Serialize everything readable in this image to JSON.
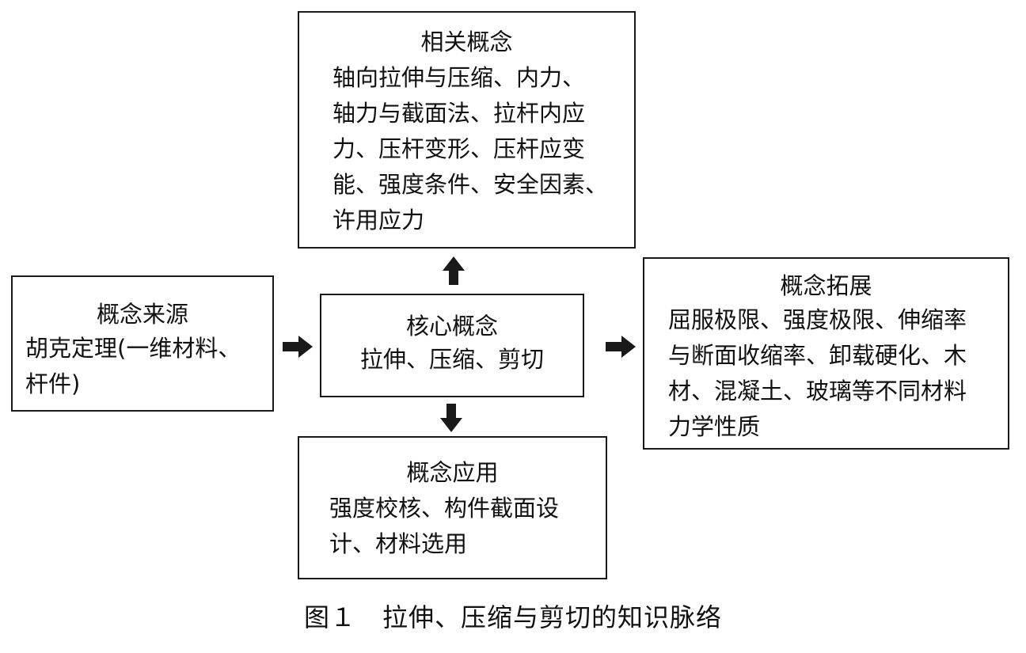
{
  "diagram": {
    "related": {
      "title": "相关概念",
      "body": "轴向拉伸与压缩、内力、\n轴力与截面法、拉杆内应\n力、压杆变形、压杆应变\n能、强度条件、安全因素、\n许用应力"
    },
    "source": {
      "title": "概念来源",
      "body": "胡克定理(一维材料、\n杆件)"
    },
    "core": {
      "title": "核心概念",
      "body": "拉伸、压缩、剪切"
    },
    "extension": {
      "title": "概念拓展",
      "body": "屈服极限、强度极限、伸缩率\n与断面收缩率、卸载硬化、木\n材、混凝土、玻璃等不同材料\n力学性质"
    },
    "application": {
      "title": "概念应用",
      "body": "强度校核、构件截面设\n计、材料选用"
    },
    "caption": "图１　拉伸、压缩与剪切的知识脉络"
  },
  "colors": {
    "stroke": "#1a1a1a",
    "text": "#111111",
    "arrow": "#1a1a1a"
  }
}
